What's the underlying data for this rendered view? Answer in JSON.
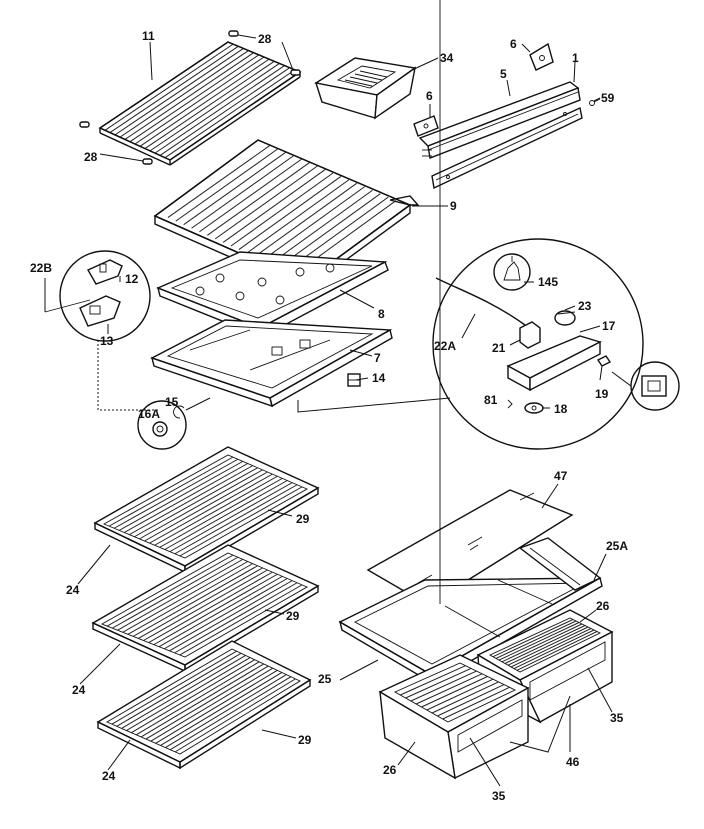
{
  "labels": {
    "l11": "11",
    "l28a": "28",
    "l28b": "28",
    "l34": "34",
    "l6a": "6",
    "l5": "5",
    "l1": "1",
    "l59": "59",
    "l6b": "6",
    "l9": "9",
    "l22b": "22B",
    "l12": "12",
    "l13": "13",
    "l8": "8",
    "l7": "7",
    "l14": "14",
    "l15": "15",
    "l16a": "16A",
    "l145": "145",
    "l23": "23",
    "l22a": "22A",
    "l17": "17",
    "l21": "21",
    "l19": "19",
    "l81": "81",
    "l18": "18",
    "l29a": "29",
    "l24a": "24",
    "l29b": "29",
    "l24b": "24",
    "l29c": "29",
    "l24c": "24",
    "l47": "47",
    "l25a": "25A",
    "l26a": "26",
    "l25": "25",
    "l35a": "35",
    "l26b": "26",
    "l46": "46",
    "l35b": "35"
  }
}
